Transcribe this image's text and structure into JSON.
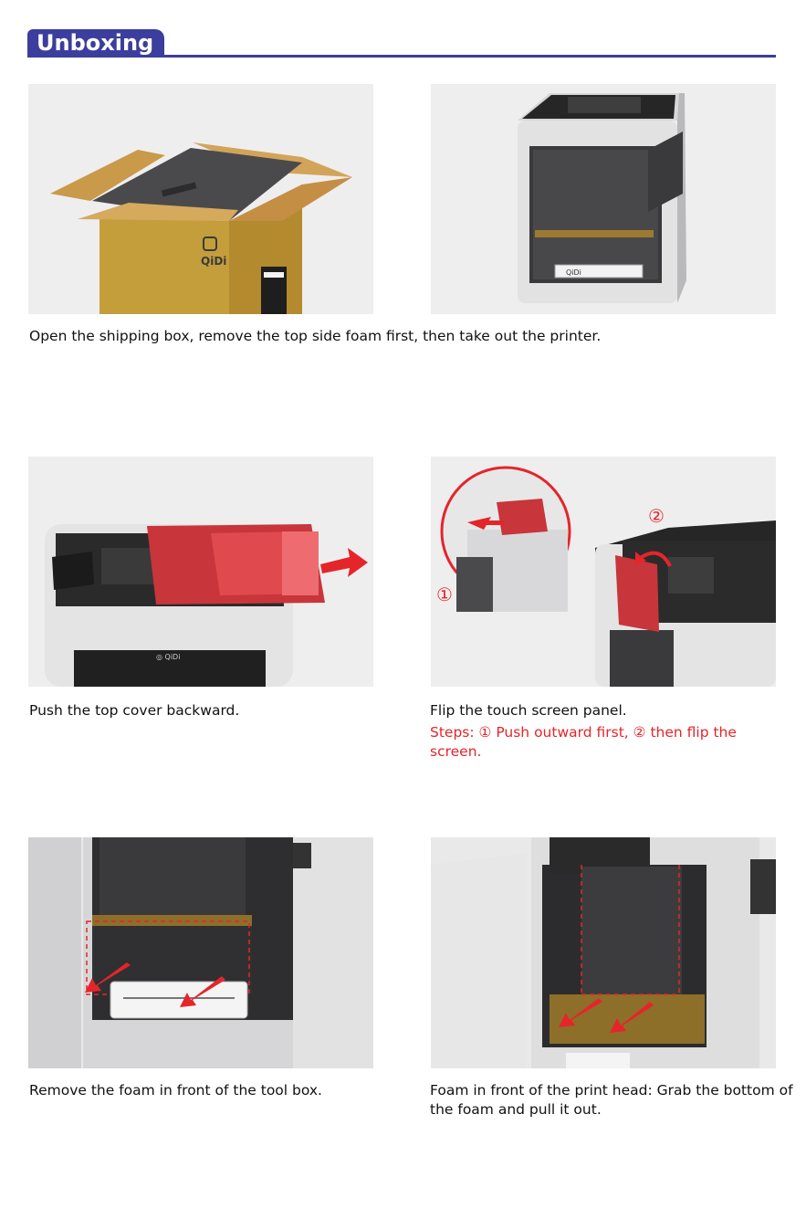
{
  "header": {
    "title": "Unboxing"
  },
  "images": {
    "box_logo": "QiDi",
    "printer_brand": "QiDi"
  },
  "step_labels": {
    "one": "①",
    "two": "②"
  },
  "captions": {
    "row1": "Open the shipping box,  remove the top side foam first, then take out the printer.",
    "row2_left": "Push the top cover backward.",
    "row2_right": "Flip the touch screen panel.",
    "row2_right_steps": "Steps: ① Push outward first, ② then flip the screen.",
    "row3_left": "Remove the foam in front of the tool box.",
    "row3_right": "Foam in front of the print head: Grab the bottom of the foam and pull it out."
  },
  "colors": {
    "accent": "#3b3e9c",
    "highlight_red": "#e5252a",
    "cardboard": "#c8a04c",
    "foam": "#353535"
  }
}
